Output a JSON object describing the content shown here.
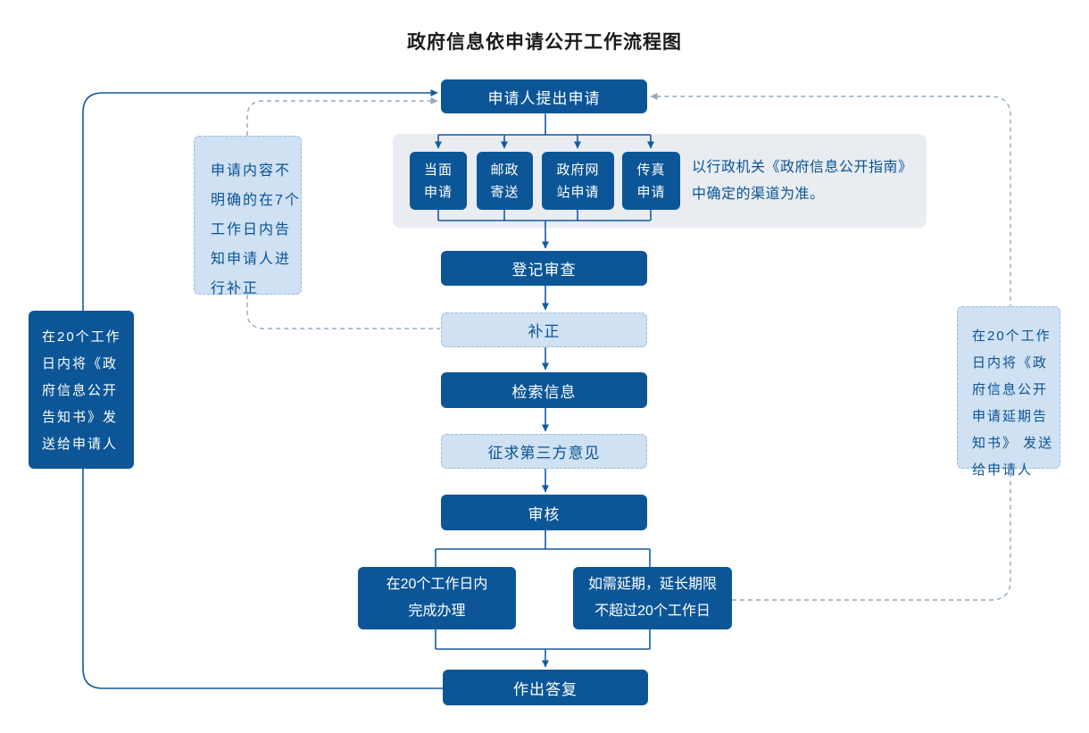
{
  "title": "政府信息依申请公开工作流程图",
  "colors": {
    "dark_box": "#0c5697",
    "light_box_fill": "#cfe1f2",
    "light_box_border": "#9fbcd8",
    "panel_bg": "#e9edf1",
    "solid_line": "#17599e",
    "dashed_line": "#94a9c2",
    "box_text": "#ffffff",
    "blue_text": "#0b5394",
    "title_text": "#1a1a1a"
  },
  "nodes": {
    "apply": "申请人提出申请",
    "channels": [
      "当面\n申请",
      "邮政\n寄送",
      "政府网\n站申请",
      "传真\n申请"
    ],
    "channel_note": "以行政机关《政府信息公开指南》\n中确定的渠道为准。",
    "register": "登记审查",
    "supplement": "补正",
    "search": "检索信息",
    "third_party": "征求第三方意见",
    "review": "审核",
    "complete": "在20个工作日内\n完成办理",
    "extension": "如需延期，延长期限\n不超过20个工作日",
    "reply": "作出答复",
    "notice_left": "在20个工作\n日内将《政\n府信息公开\n告知书》发\n送给申请人",
    "supplement_note": "申请内容不\n明确的在7个\n工作日内告\n知申请人进\n行补正",
    "notice_right": "在20个工作\n日内将《政\n府信息公开\n申请延期告\n知书》 发送\n给申请人"
  }
}
